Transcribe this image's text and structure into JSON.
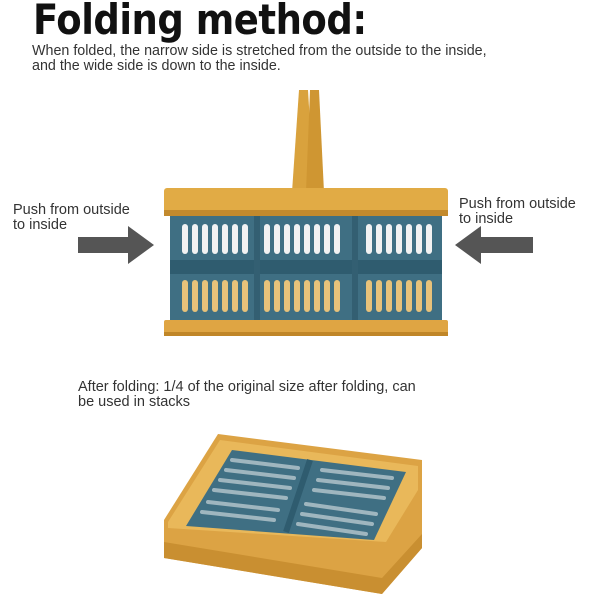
{
  "header": {
    "title": "Folding method:",
    "description_line1": "When folded, the narrow side is stretched from the outside to the inside,",
    "description_line2": "and the wide side is down to the inside."
  },
  "left_instruction": {
    "line1": "Push from outside",
    "line2": "to inside"
  },
  "right_instruction": {
    "line1": "Push from outside",
    "line2": "to inside"
  },
  "folded_caption": {
    "line1": "After folding: 1/4 of the original size after folding, can",
    "line2": "be used in stacks"
  },
  "colors": {
    "frame": "#d9a23d",
    "basket": "#3f6f83",
    "arrow": "#555555"
  },
  "icons": {
    "left_arrow": "arrow-right-icon",
    "right_arrow": "arrow-left-icon"
  }
}
